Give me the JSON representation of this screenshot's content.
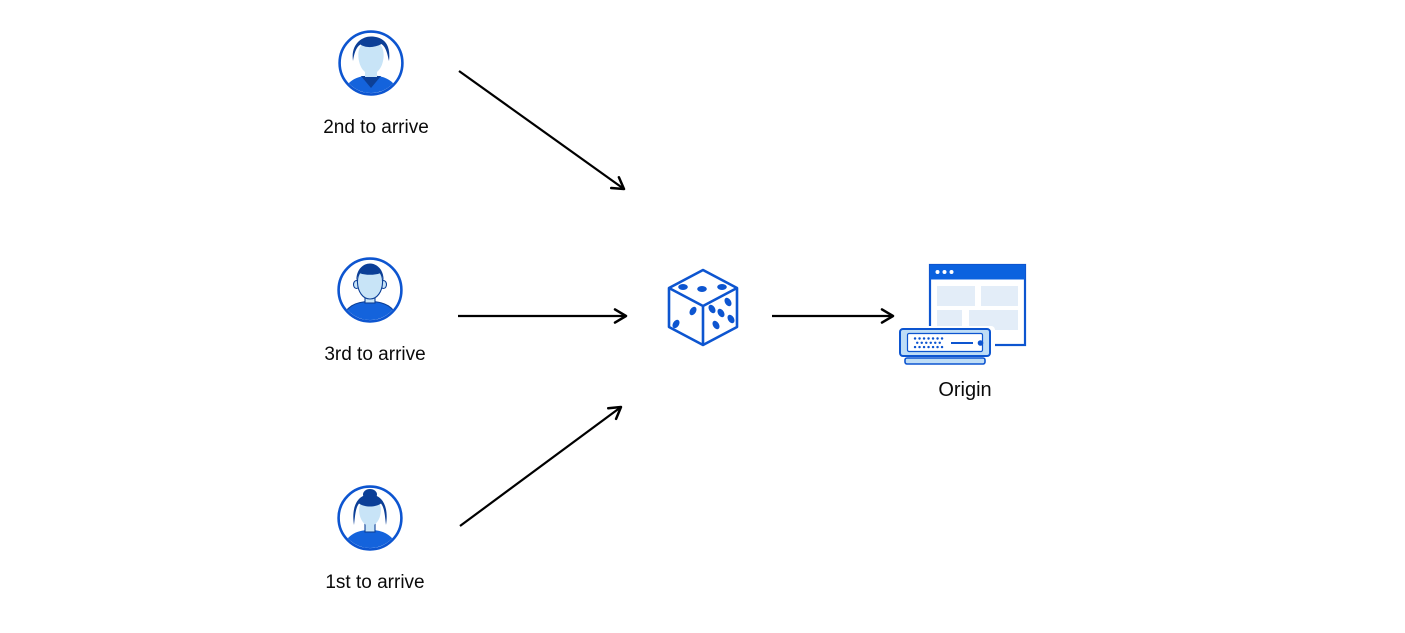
{
  "nodes": {
    "users": [
      {
        "label": "2nd to arrive",
        "icon": "user-avatar-male-swoosh-hair-icon"
      },
      {
        "label": "3rd to arrive",
        "icon": "user-avatar-male-flattop-hair-icon"
      },
      {
        "label": "1st to arrive",
        "icon": "user-avatar-female-bun-hair-icon"
      }
    ],
    "dice": {
      "icon": "dice-icon"
    },
    "origin": {
      "label": "Origin",
      "icon": "origin-server-icon"
    }
  },
  "colors": {
    "blue": "#0D55D0",
    "navy": "#0C3F97",
    "face": "#C8E4F7",
    "shirt": "#1463DC",
    "panel": "#E3EDF8",
    "server-light": "#BFDDF6",
    "titlebar": "#0B62DF",
    "arrow": "#000000",
    "background": "#FFFFFF",
    "text": "#0A0A0A"
  }
}
